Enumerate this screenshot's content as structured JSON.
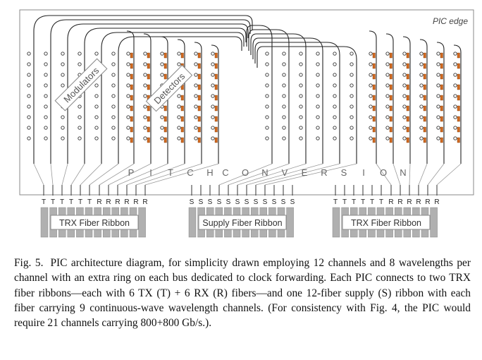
{
  "pic_edge_label": "PIC edge",
  "modulators_label": "Modulators",
  "detectors_label": "Detectors",
  "pitch_conversion_letters": [
    "P",
    "I",
    "T",
    "C",
    "H",
    "C",
    "O",
    "N",
    "V",
    "E",
    "R",
    "S",
    "I",
    "O",
    "N"
  ],
  "trx_left_pins": [
    "T",
    "T",
    "T",
    "T",
    "T",
    "T",
    "R",
    "R",
    "R",
    "R",
    "R",
    "R"
  ],
  "supply_pins": [
    "S",
    "S",
    "S",
    "S",
    "S",
    "S",
    "S",
    "S",
    "S",
    "S",
    "S",
    "S"
  ],
  "trx_right_pins": [
    "T",
    "T",
    "T",
    "T",
    "T",
    "T",
    "R",
    "R",
    "R",
    "R",
    "R",
    "R"
  ],
  "ribbons": [
    "TRX Fiber Ribbon",
    "Supply Fiber Ribbon",
    "TRX Fiber Ribbon"
  ],
  "caption": {
    "label": "Fig. 5.",
    "text": "PIC architecture diagram, for simplicity drawn employing 12 channels and 8 wavelengths per channel with an extra ring on each bus dedicated to clock forwarding. Each PIC connects to two TRX fiber ribbons—each with 6 TX (T) + 6 RX (R) fibers—and one 12-fiber supply (S) ribbon with each fiber carrying 9 continuous-wave wavelength channels. (For consistency with Fig. 4, the PIC would require 21 channels carrying 800+800 Gb/s.)."
  },
  "colors": {
    "detector": "#d2691e",
    "ribbon": "#b0b0b0",
    "line": "#222222",
    "fan": "#9a9a9a"
  }
}
